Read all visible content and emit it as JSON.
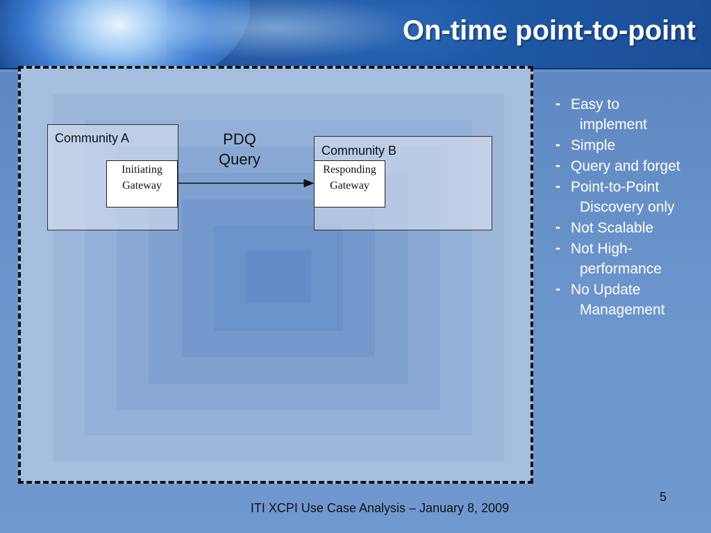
{
  "slide": {
    "title": "On-time point-to-point",
    "page_number": "5",
    "footer": "ITI XCPI Use Case Analysis – January 8, 2009"
  },
  "diagram": {
    "community_a": {
      "label": "Community A"
    },
    "community_b": {
      "label": "Community B"
    },
    "initiating_gateway": {
      "line1": "Initiating",
      "line2": "Gateway"
    },
    "responding_gateway": {
      "line1": "Responding",
      "line2": "Gateway"
    },
    "query": {
      "line1": "PDQ",
      "line2": "Query"
    }
  },
  "bullets": [
    {
      "dash": "-",
      "line1": "Easy to",
      "line2": "implement"
    },
    {
      "dash": "-",
      "line1": "Simple"
    },
    {
      "dash": "-",
      "line1": "Query and forget"
    },
    {
      "dash": "-",
      "line1": "Point-to-Point",
      "line2": "Discovery only"
    },
    {
      "dash": "-",
      "line1": "Not Scalable"
    },
    {
      "dash": "-",
      "line1": "Not High-",
      "line2": "performance"
    },
    {
      "dash": "-",
      "line1": "No Update",
      "line2": "Management"
    }
  ]
}
